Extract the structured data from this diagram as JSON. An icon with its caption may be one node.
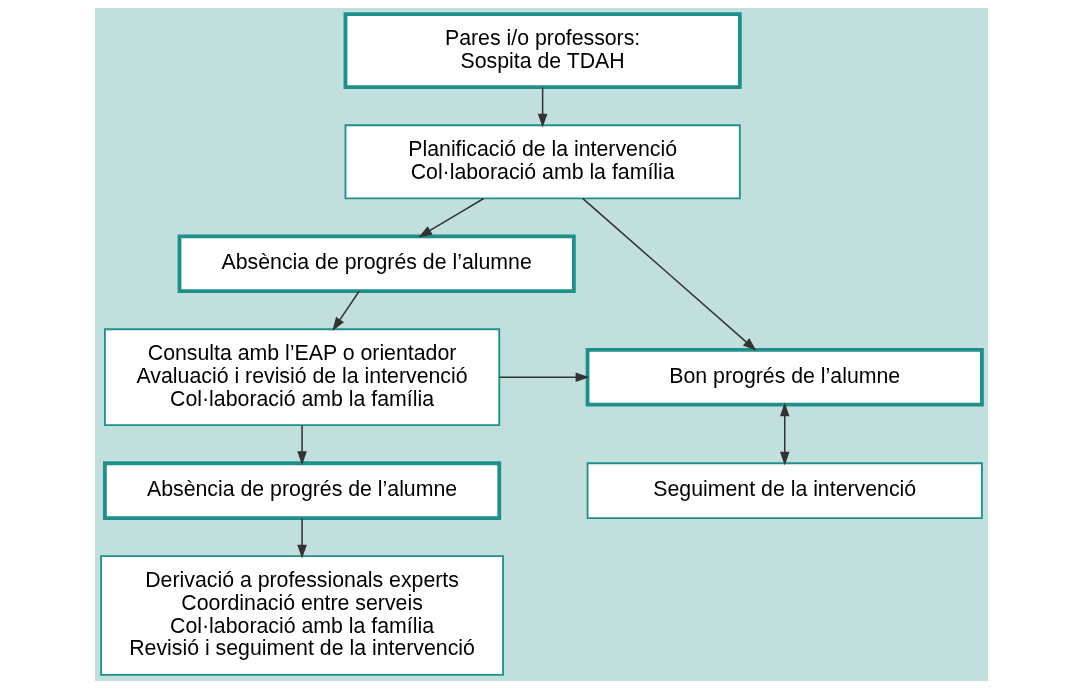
{
  "diagram": {
    "nodes": [
      {
        "text": [
          "Pares i/o professors:",
          "Sospita de TDAH"
        ]
      },
      {
        "text": [
          "Planificació de la intervenció",
          "Col·laboració amb la família"
        ]
      },
      {
        "text": [
          "Absència de progrés de l’alumne"
        ]
      },
      {
        "text": [
          "Bon progrés de l’alumne"
        ]
      },
      {
        "text": [
          "Consulta amb l’EAP o orientador",
          "Avaluació i revisió de la intervenció",
          "Col·laboració amb la família"
        ]
      },
      {
        "text": [
          "Seguiment de la intervenció"
        ]
      },
      {
        "text": [
          "Absència de progrés de l’alumne"
        ]
      },
      {
        "text": [
          "Derivació a professionals experts",
          "Coordinació entre serveis",
          "Col·laboració amb la família",
          "Revisió i seguiment de la intervenció"
        ]
      }
    ],
    "edges": [
      {
        "from": 0,
        "to": 1,
        "arrow": "to"
      },
      {
        "from": 1,
        "to": 2,
        "arrow": "to"
      },
      {
        "from": 1,
        "to": 3,
        "arrow": "to"
      },
      {
        "from": 2,
        "to": 4,
        "arrow": "to"
      },
      {
        "from": 4,
        "to": 3,
        "arrow": "to"
      },
      {
        "from": 3,
        "to": 5,
        "arrow": "both"
      },
      {
        "from": 4,
        "to": 6,
        "arrow": "to"
      },
      {
        "from": 6,
        "to": 7,
        "arrow": "to"
      }
    ]
  }
}
